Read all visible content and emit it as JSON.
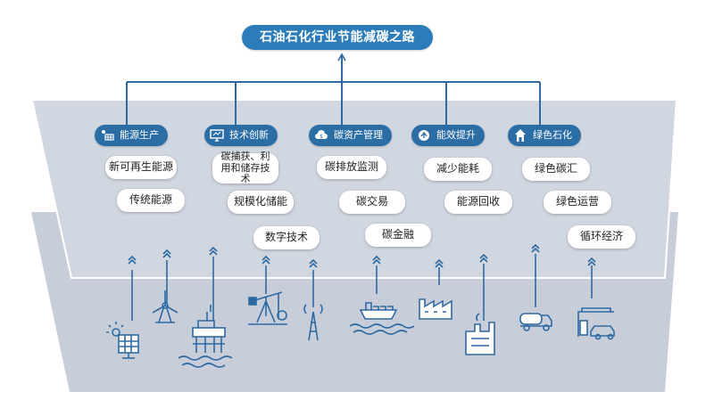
{
  "title": "石油石化行业节能减碳之路",
  "categories": [
    {
      "label": "能源生产",
      "icon": "solar-panel-icon",
      "items": [
        "新可再生能源",
        "传统能源"
      ]
    },
    {
      "label": "技术创新",
      "icon": "computer-monitor-icon",
      "items": [
        "碳捕获、利用和储存技术",
        "规模化储能",
        "数字技术"
      ]
    },
    {
      "label": "碳资产管理",
      "icon": "cloud-money-icon",
      "items": [
        "碳排放监测",
        "碳交易",
        "碳金融"
      ]
    },
    {
      "label": "能效提升",
      "icon": "recycle-icon",
      "items": [
        "减少能耗",
        "能源回收"
      ]
    },
    {
      "label": "绿色石化",
      "icon": "green-house-icon",
      "items": [
        "绿色碳汇",
        "绿色运营",
        "循环经济"
      ]
    }
  ],
  "colors": {
    "primary": "#2b7cb8",
    "pill": "#2b6ea6",
    "platform": "#c9d0db",
    "line": "#2e6aa2"
  }
}
